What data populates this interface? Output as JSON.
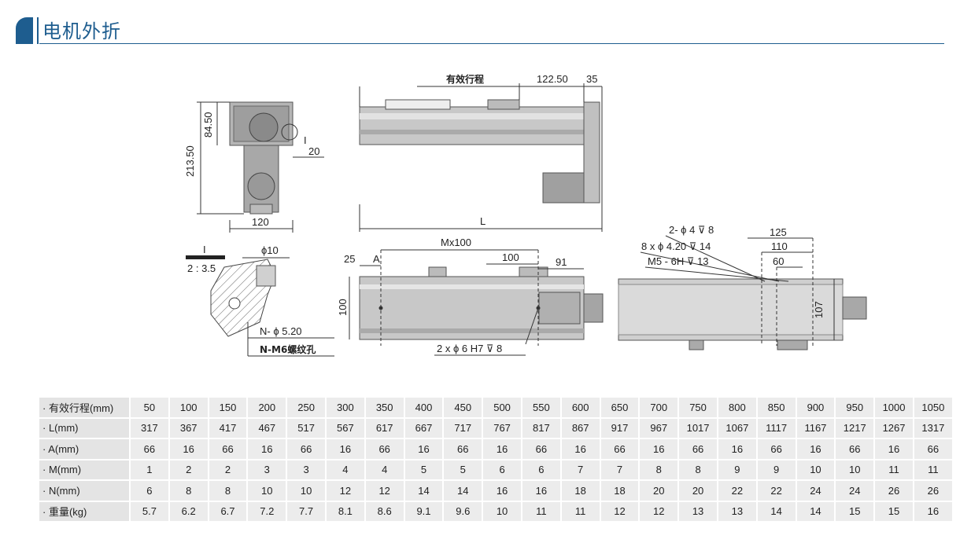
{
  "header": {
    "title": "电机外折"
  },
  "drawing": {
    "top_view": {
      "label_stroke": "有效行程",
      "dim_122": "122.50",
      "dim_35": "35",
      "dim_L": "L"
    },
    "side_view": {
      "dim_84": "84.50",
      "dim_213": "213.50",
      "dim_120": "120",
      "dim_20": "20",
      "detail_ref": "I"
    },
    "detail": {
      "title": "I",
      "scale": "2 : 3.5",
      "phi10": "ϕ10",
      "hole1": "N- ϕ 5.20",
      "hole2": "N-M6螺纹孔"
    },
    "front_view": {
      "dim_25": "25",
      "dim_A": "A",
      "dim_M": "Mx100",
      "dim_100": "100",
      "dim_91": "91",
      "dim_h100": "100",
      "holes": "2 x ϕ 6 H7 ⊽ 8"
    },
    "bottom_view": {
      "h1": "2- ϕ 4 ⊽ 8",
      "h2": "8 x ϕ 4.20 ⊽ 14",
      "h3": "M5 - 6H ⊽ 13",
      "d125": "125",
      "d110": "110",
      "d60": "60",
      "d107": "107"
    }
  },
  "table": {
    "rows": [
      {
        "label": "· 有效行程(mm)",
        "values": [
          "50",
          "100",
          "150",
          "200",
          "250",
          "300",
          "350",
          "400",
          "450",
          "500",
          "550",
          "600",
          "650",
          "700",
          "750",
          "800",
          "850",
          "900",
          "950",
          "1000",
          "1050"
        ]
      },
      {
        "label": "· L(mm)",
        "values": [
          "317",
          "367",
          "417",
          "467",
          "517",
          "567",
          "617",
          "667",
          "717",
          "767",
          "817",
          "867",
          "917",
          "967",
          "1017",
          "1067",
          "1117",
          "1167",
          "1217",
          "1267",
          "1317"
        ]
      },
      {
        "label": "· A(mm)",
        "values": [
          "66",
          "16",
          "66",
          "16",
          "66",
          "16",
          "66",
          "16",
          "66",
          "16",
          "66",
          "16",
          "66",
          "16",
          "66",
          "16",
          "66",
          "16",
          "66",
          "16",
          "66"
        ]
      },
      {
        "label": "· M(mm)",
        "values": [
          "1",
          "2",
          "2",
          "3",
          "3",
          "4",
          "4",
          "5",
          "5",
          "6",
          "6",
          "7",
          "7",
          "8",
          "8",
          "9",
          "9",
          "10",
          "10",
          "11",
          "11"
        ]
      },
      {
        "label": "· N(mm)",
        "values": [
          "6",
          "8",
          "8",
          "10",
          "10",
          "12",
          "12",
          "14",
          "14",
          "16",
          "16",
          "18",
          "18",
          "20",
          "20",
          "22",
          "22",
          "24",
          "24",
          "26",
          "26"
        ]
      },
      {
        "label": "· 重量(kg)",
        "values": [
          "5.7",
          "6.2",
          "6.7",
          "7.2",
          "7.7",
          "8.1",
          "8.6",
          "9.1",
          "9.6",
          "10",
          "11",
          "11",
          "12",
          "12",
          "13",
          "13",
          "14",
          "14",
          "15",
          "15",
          "16"
        ]
      }
    ]
  }
}
